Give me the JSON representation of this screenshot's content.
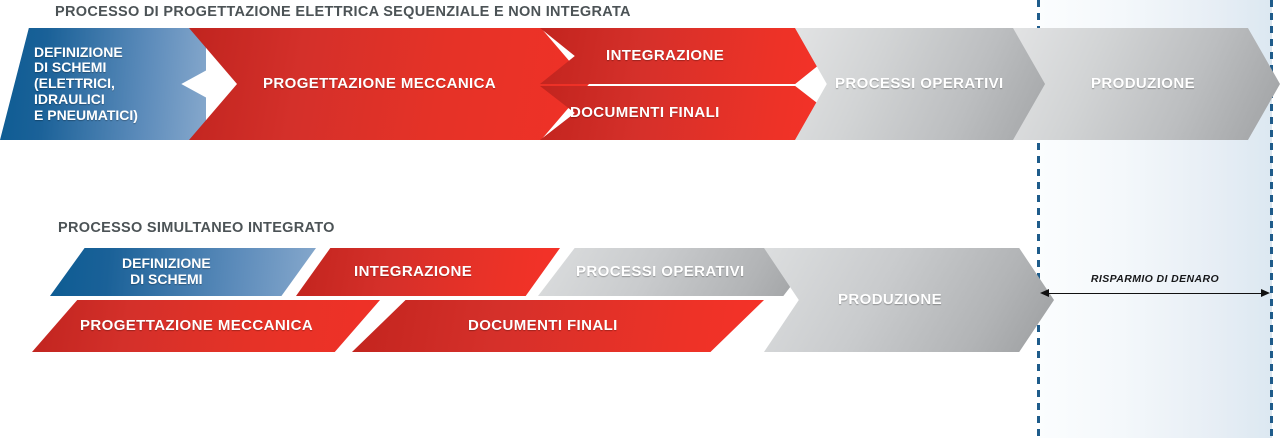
{
  "colors": {
    "blue_dark": "#0d5c93",
    "blue_light": "#86a8cc",
    "red": "#e53227",
    "red_dark": "#c0241f",
    "gray": "#bcbec0",
    "title_text": "#4c5356",
    "dash_line": "#1f5c8b",
    "panel_bg": "#e7eef5",
    "label_text": "#ffffff"
  },
  "sections": [
    {
      "id": "sequential",
      "title": "PROCESSO DI PROGETTAZIONE ELETTRICA SEQUENZIALE E NON INTEGRATA",
      "steps": [
        {
          "id": "definizione-schemi",
          "label": "DEFINIZIONE\nDI SCHEMI\n(ELETTRICI,\nIDRAULICI\nE PNEUMATICI)",
          "color": "blue"
        },
        {
          "id": "progettazione-meccanica",
          "label": "PROGETTAZIONE MECCANICA",
          "color": "red"
        },
        {
          "id": "integrazione",
          "label": "INTEGRAZIONE",
          "color": "red"
        },
        {
          "id": "documenti-finali",
          "label": "DOCUMENTI FINALI",
          "color": "red"
        },
        {
          "id": "processi-operativi",
          "label": "PROCESSI OPERATIVI",
          "color": "gray"
        },
        {
          "id": "produzione",
          "label": "PRODUZIONE",
          "color": "gray"
        }
      ]
    },
    {
      "id": "simultaneous",
      "title": "PROCESSO SIMULTANEO INTEGRATO",
      "steps": [
        {
          "id": "definizione-schemi",
          "label": "DEFINIZIONE\nDI SCHEMI",
          "color": "blue"
        },
        {
          "id": "integrazione",
          "label": "INTEGRAZIONE",
          "color": "red"
        },
        {
          "id": "processi-operativi",
          "label": "PROCESSI OPERATIVI",
          "color": "gray"
        },
        {
          "id": "progettazione-meccanica",
          "label": "PROGETTAZIONE MECCANICA",
          "color": "red"
        },
        {
          "id": "documenti-finali",
          "label": "DOCUMENTI FINALI",
          "color": "red"
        },
        {
          "id": "produzione",
          "label": "PRODUZIONE",
          "color": "gray"
        }
      ]
    }
  ],
  "annotation": {
    "label": "RISPARMIO DI DENARO",
    "arrow": "double-headed-horizontal-arrow"
  }
}
